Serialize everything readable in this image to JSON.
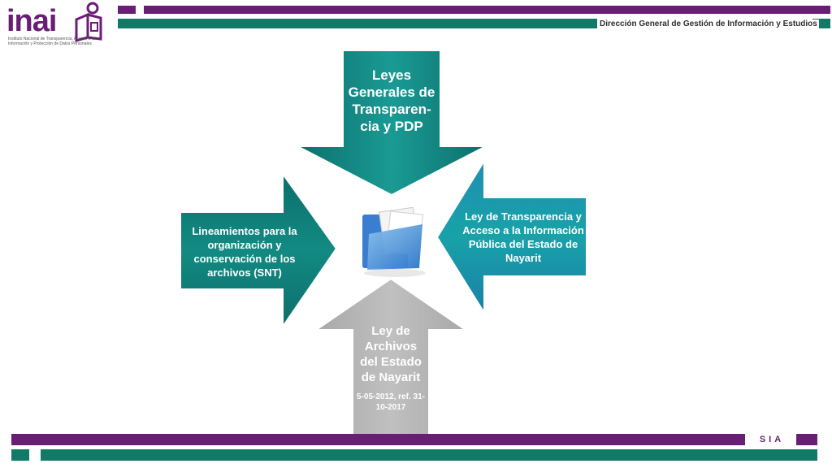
{
  "logo": {
    "word": "inai",
    "subtitle": "Instituto Nacional de Transparencia, Acceso a la Información y Protección de Datos Personales"
  },
  "header": {
    "org": "Dirección General de Gestión de Información y Estudios"
  },
  "diagram": {
    "top": "Leyes Generales de Transparen-cia y PDP",
    "right": "Ley de Transparencia y Acceso a la Información Pública del Estado de Nayarit",
    "left": "Lineamientos para la organización y conservación de los archivos (SNT)",
    "bottom_title": "Ley de Archivos del Estado de Nayarit",
    "bottom_date": "5-05-2012, ref. 31-10-2017"
  },
  "footer": {
    "label": "SIA"
  },
  "colors": {
    "purple": "#6a1d74",
    "green": "#117a67",
    "teal": "#0f7f7a",
    "gray": "#b3b3b3"
  }
}
